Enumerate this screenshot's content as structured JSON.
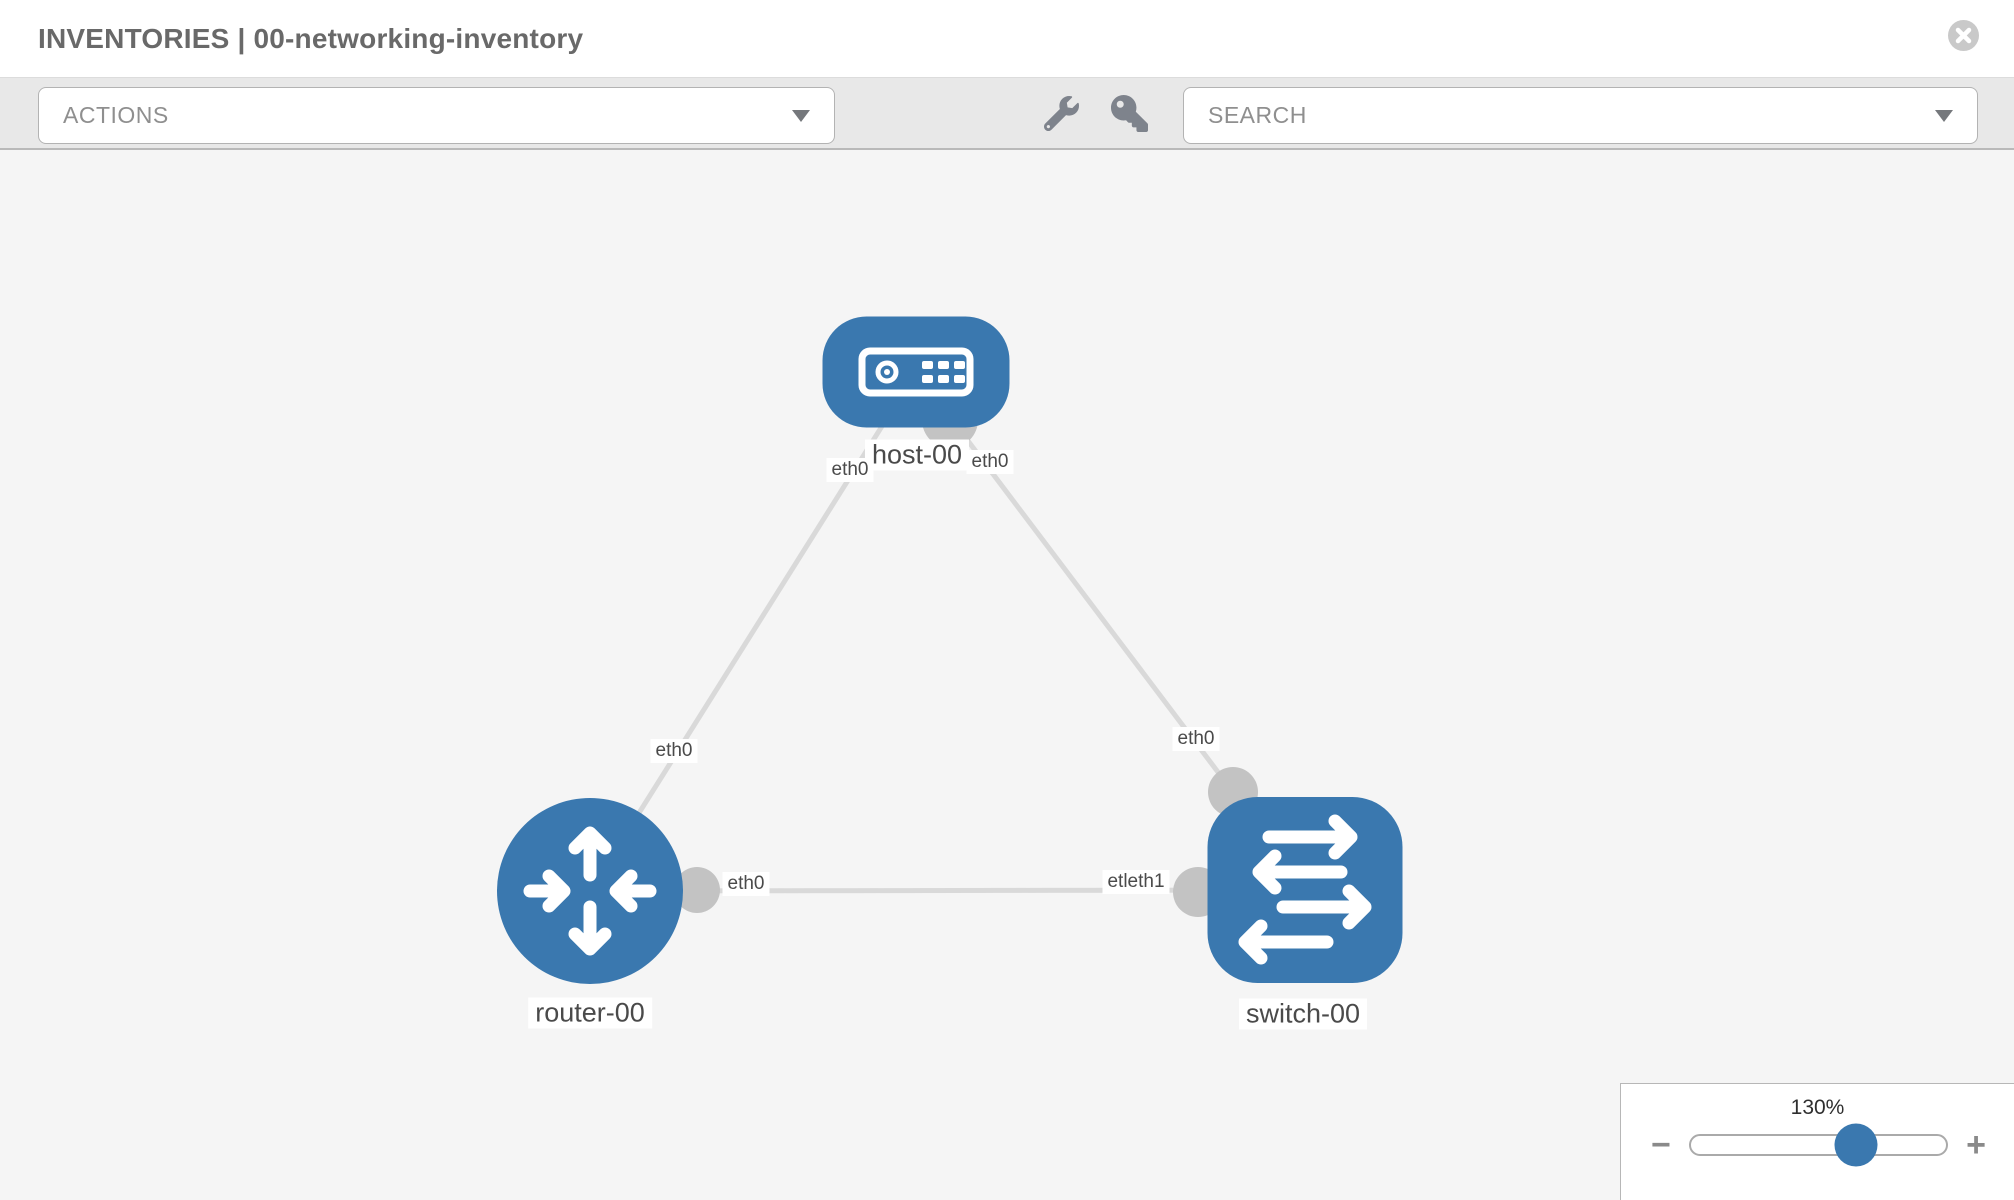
{
  "header": {
    "title": "INVENTORIES | 00-networking-inventory"
  },
  "toolbar": {
    "actions_placeholder": "ACTIONS",
    "search_placeholder": "SEARCH"
  },
  "graph": {
    "nodes": [
      {
        "label": "host-00",
        "type": "host"
      },
      {
        "label": "router-00",
        "type": "router"
      },
      {
        "label": "switch-00",
        "type": "switch"
      }
    ],
    "links": [
      {
        "from": "host-00",
        "to": "router-00"
      },
      {
        "from": "host-00",
        "to": "switch-00"
      },
      {
        "from": "router-00",
        "to": "switch-00"
      }
    ],
    "interface_labels": [
      {
        "text": "eth0"
      },
      {
        "text": "eth0"
      },
      {
        "text": "eth0"
      },
      {
        "text": "eth0"
      },
      {
        "text": "etleth1"
      },
      {
        "text": "eth0"
      }
    ]
  },
  "zoom_control": {
    "level": "130%",
    "minus": "−",
    "plus": "+"
  },
  "colors": {
    "node_blue": "#3a78af",
    "edge_gray": "#d9d9d9",
    "connector_gray": "#c3c3c3",
    "toolbar_bg": "#e8e8e8",
    "canvas_bg": "#f5f5f5"
  }
}
